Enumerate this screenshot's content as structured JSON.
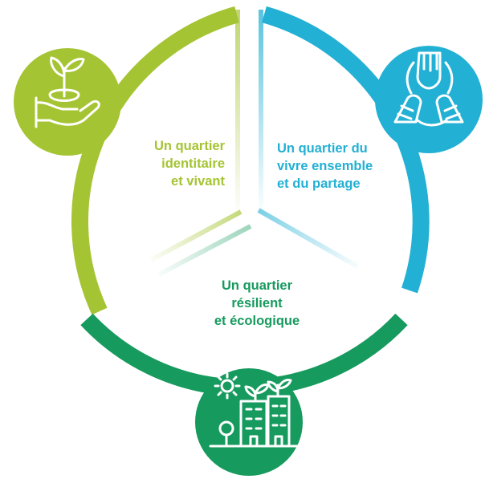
{
  "sections": [
    {
      "id": "identitaire",
      "color": "#a5c433",
      "icon": "plant-in-hands-icon",
      "lines": [
        "Un quartier",
        "identitaire",
        "et vivant"
      ]
    },
    {
      "id": "vivre-ensemble",
      "color": "#22b0d4",
      "icon": "joined-hands-icon",
      "lines": [
        "Un quartier du",
        "vivre ensemble",
        "et du partage"
      ]
    },
    {
      "id": "resilient",
      "color": "#169a5e",
      "icon": "green-buildings-icon",
      "lines": [
        "Un quartier",
        "résilient",
        "et écologique"
      ]
    }
  ]
}
